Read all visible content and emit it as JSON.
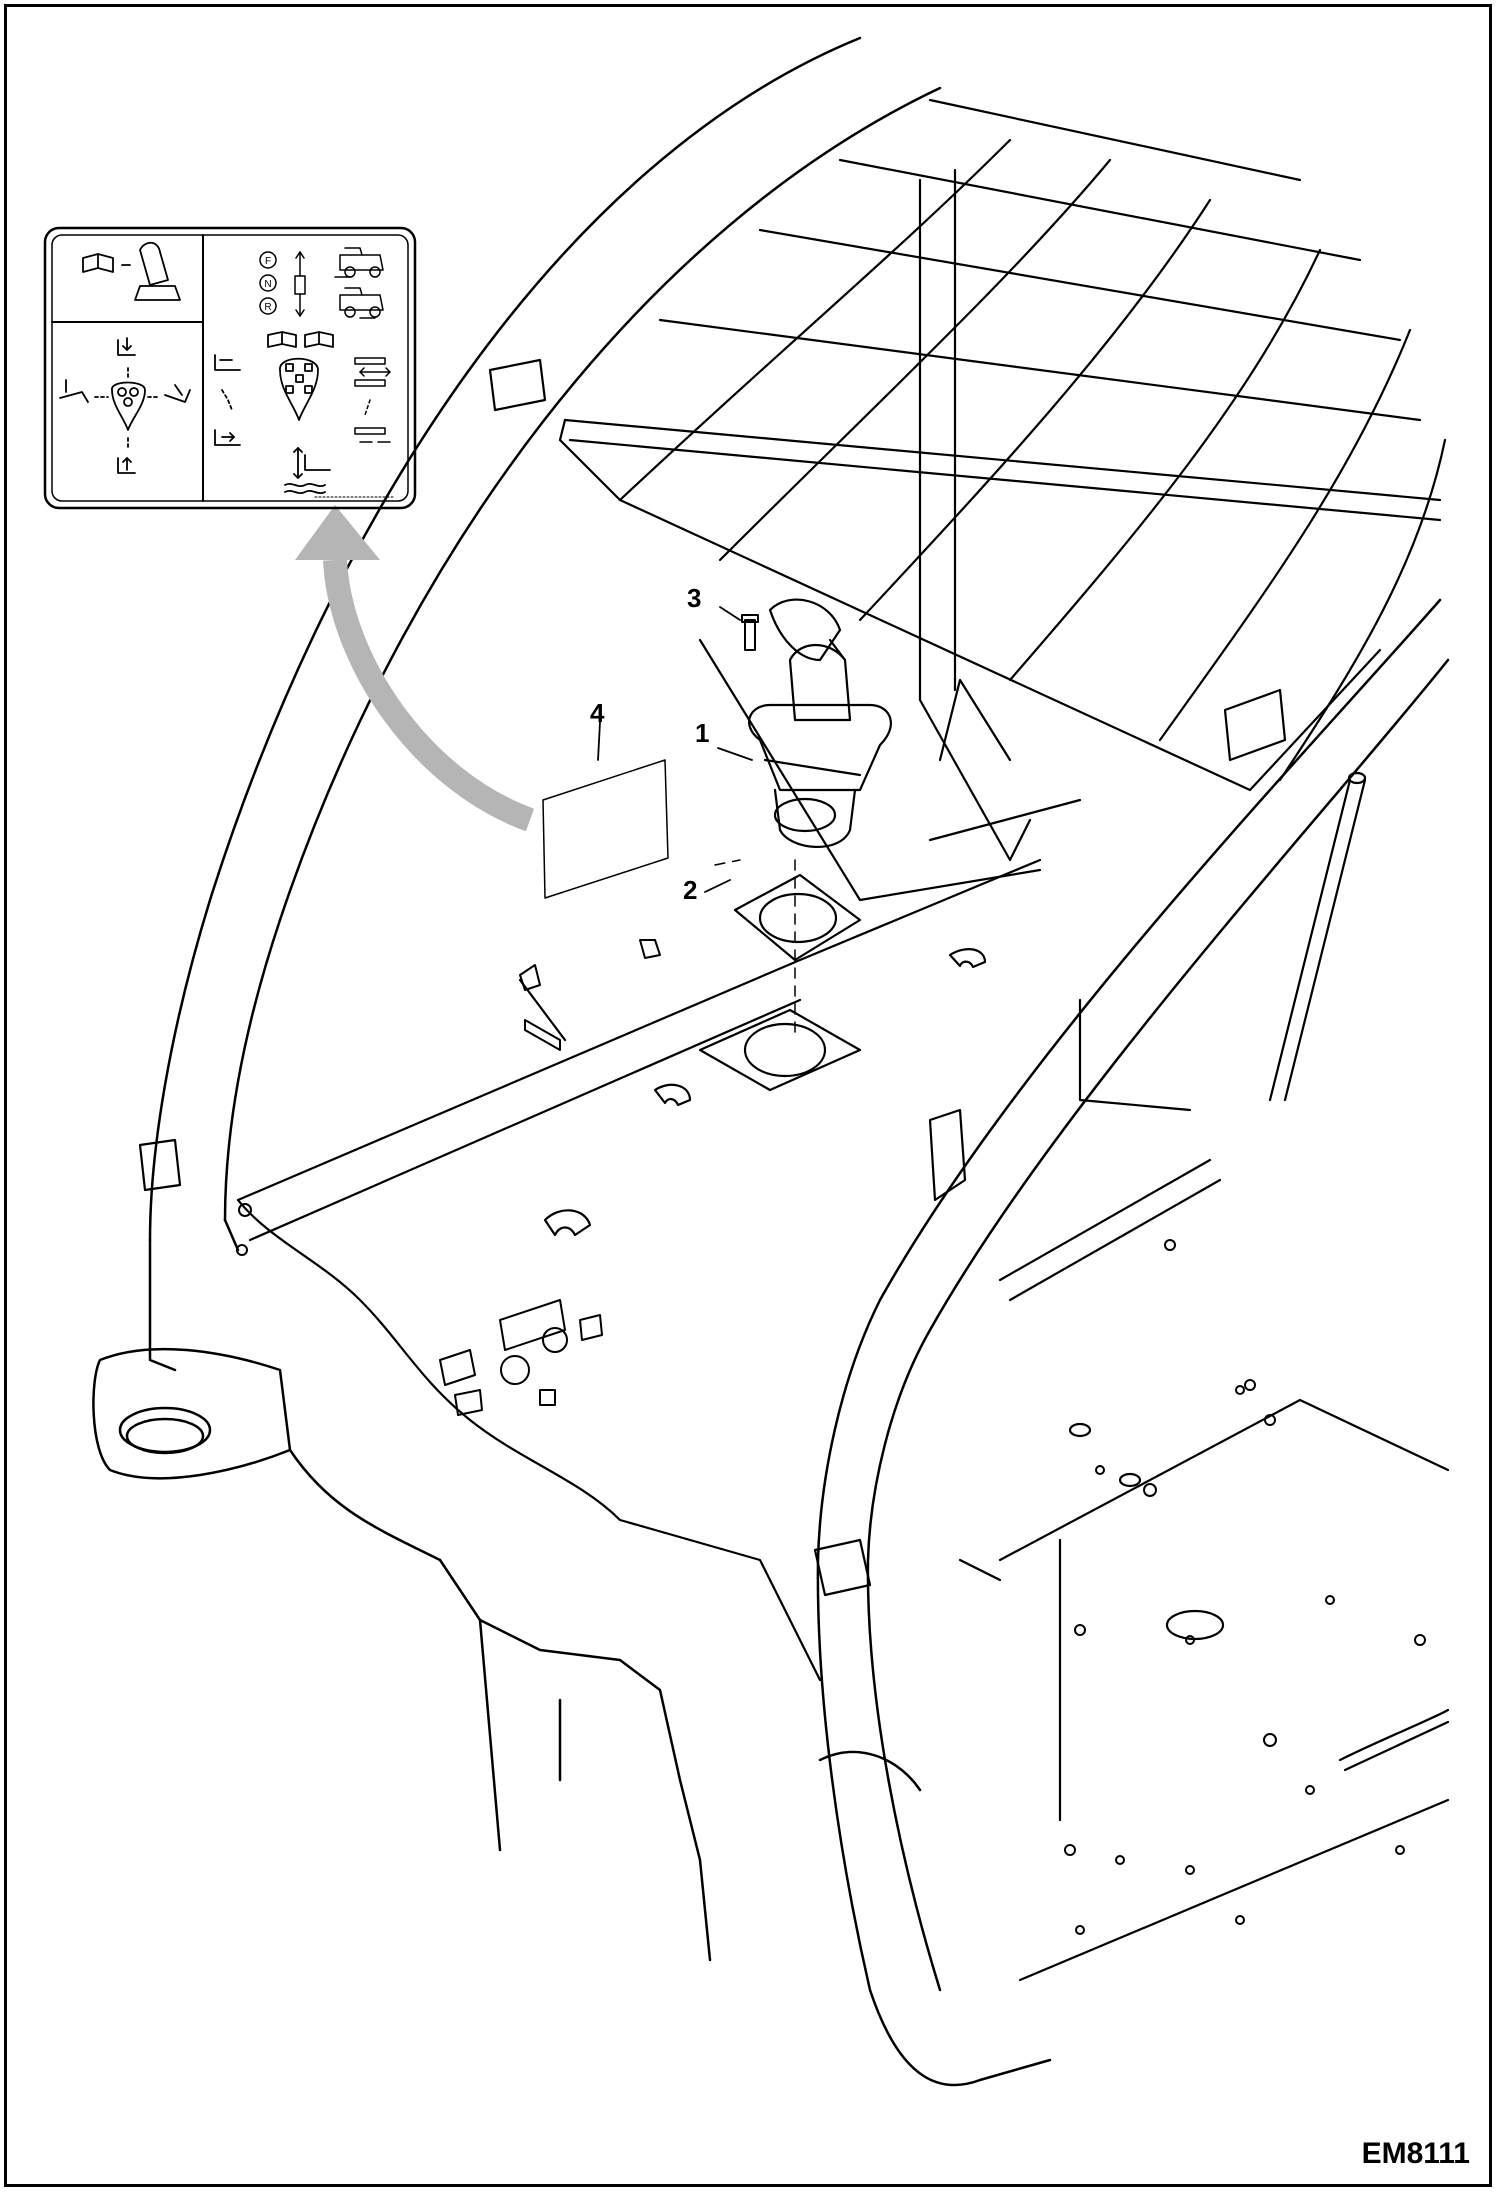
{
  "figure_id": "EM8111",
  "callouts": [
    {
      "id": "joystick",
      "label": "1"
    },
    {
      "id": "gasket",
      "label": "2"
    },
    {
      "id": "screw",
      "label": "3"
    },
    {
      "id": "decal",
      "label": "4"
    }
  ],
  "decal": {
    "shift_letters": [
      "F",
      "N",
      "R"
    ],
    "icons": [
      "operator-manual-icon",
      "joystick-icon",
      "forward-machine-icon",
      "reverse-machine-icon",
      "bucket-icon",
      "cylinder-icon"
    ]
  },
  "colors": {
    "line": "#000000",
    "background": "#ffffff",
    "arrow": "#b5b5b5"
  }
}
